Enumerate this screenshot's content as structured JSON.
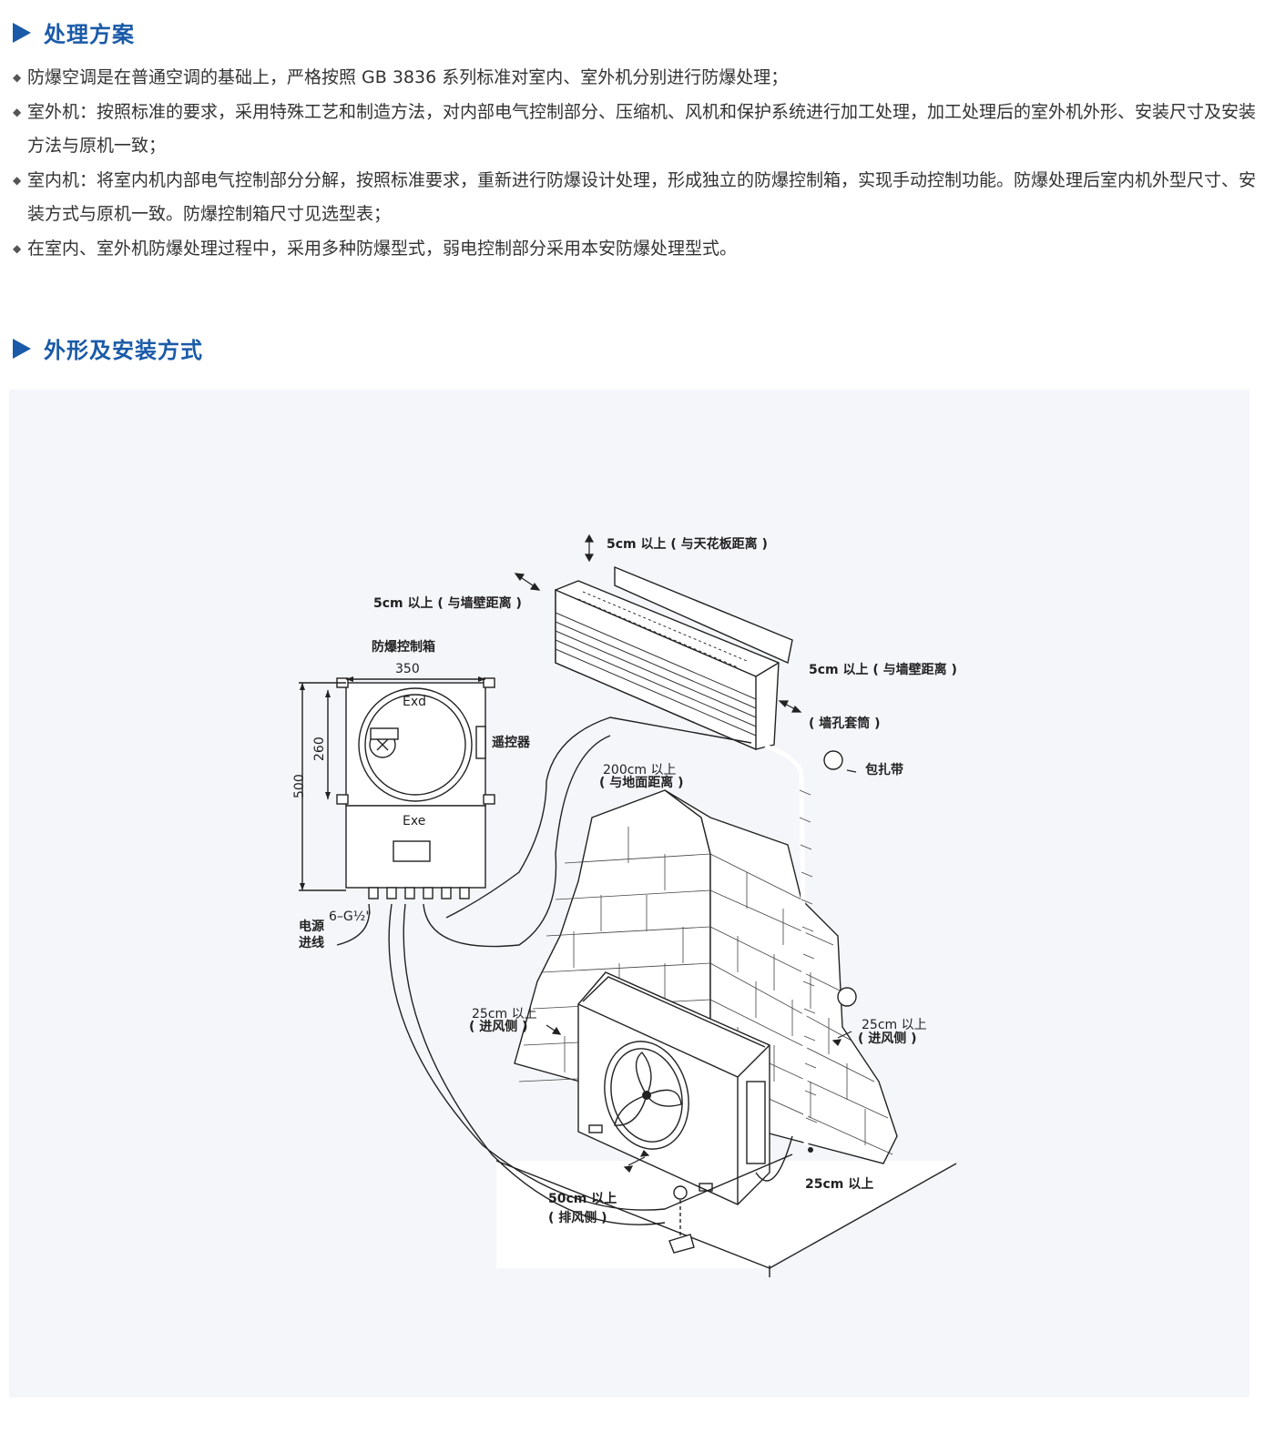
{
  "sections": {
    "processing": {
      "title": "处理方案",
      "items": [
        "防爆空调是在普通空调的基础上，严格按照 GB 3836 系列标准对室内、室外机分别进行防爆处理；",
        "室外机：按照标准的要求，采用特殊工艺和制造方法，对内部电气控制部分、压缩机、风机和保护系统进行加工处理，加工处理后的室外机外形、安装尺寸及安装方法与原机一致；",
        "室内机：将室内机内部电气控制部分分解，按照标准要求，重新进行防爆设计处理，形成独立的防爆控制箱，实现手动控制功能。防爆处理后室内机外型尺寸、安装方式与原机一致。防爆控制箱尺寸见选型表；",
        "在室内、室外机防爆处理过程中，采用多种防爆型式，弱电控制部分采用本安防爆处理型式。"
      ]
    },
    "installation": {
      "title": "外形及安装方式"
    }
  },
  "diagram": {
    "labels": {
      "ceiling": "5cm 以上 ( 与天花板距离 )",
      "wall_left": "5cm 以上 ( 与墙壁距离 )",
      "wall_right": "5cm 以上 ( 与墙壁距离 )",
      "control_box": "防爆控制箱",
      "dim_width": "350",
      "dim_height_upper": "260",
      "dim_height_total": "500",
      "exd": "Exd",
      "exe": "Exe",
      "remote": "遥控器",
      "wall_sleeve": "( 墙孔套筒 )",
      "tie_band": "包扎带",
      "ground_1": "200cm 以上",
      "ground_2": "( 与地面距离 )",
      "thread": "6–G½\"",
      "power_1": "电源",
      "power_2": "进线",
      "inlet_left_1": "25cm 以上",
      "inlet_left_2": "( 进风侧 )",
      "inlet_right_1": "25cm 以上",
      "inlet_right_2": "( 进风侧 )",
      "bottom_25": "25cm 以上",
      "exhaust_1": "50cm 以上",
      "exhaust_2": "( 排风侧 )"
    },
    "colors": {
      "accent": "#1a5aa8",
      "panel_bg": "#f4f6fa",
      "line": "#222222"
    }
  }
}
